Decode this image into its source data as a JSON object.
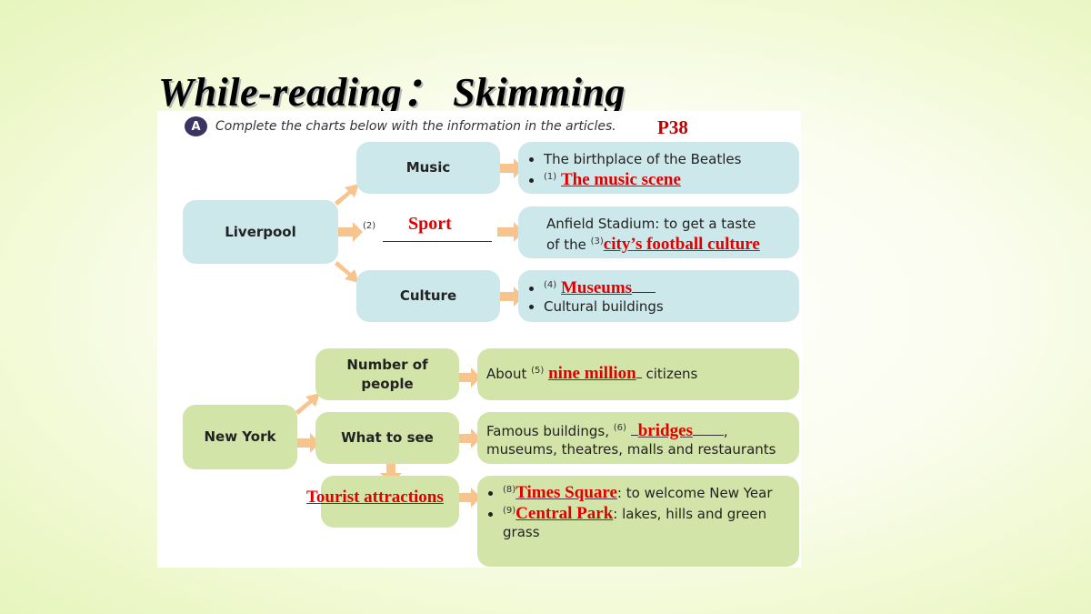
{
  "title": "While-reading： Skimming",
  "worksheet": {
    "badge": "A",
    "instruction": "Complete the charts below with the information in the articles.",
    "page_ref": "P38"
  },
  "liverpool": {
    "label": "Liverpool",
    "music": {
      "label": "Music",
      "bullet1": "The birthplace of the Beatles",
      "num1": "(1)",
      "answer1": "The music scene"
    },
    "sport": {
      "num": "(2)",
      "answer": "Sport",
      "detail_line1": "Anfield Stadium: to get a taste",
      "detail_prefix": "of the",
      "num3": "(3)",
      "answer3": "city’s football culture"
    },
    "culture": {
      "label": "Culture",
      "num4": "(4)",
      "answer4": "Museums",
      "bullet2": "Cultural buildings"
    }
  },
  "new_york": {
    "label": "New York",
    "population": {
      "label": "Number of people",
      "detail_prefix": "About",
      "num5": "(5)",
      "answer5": "nine million",
      "detail_suffix": "citizens"
    },
    "what_to_see": {
      "label": "What to see",
      "detail_prefix": "Famous buildings,",
      "num6": "(6)",
      "answer6": "bridges",
      "detail_comma": ",",
      "detail_line2": "museums, theatres, malls and restaurants"
    },
    "attractions": {
      "answer7": "Tourist attractions",
      "num8": "(8)",
      "answer8": "Times Square",
      "bullet1_suffix": ": to welcome New Year",
      "num9": "(9)",
      "answer9": "Central Park",
      "bullet2_suffix": ": lakes, hills and green grass"
    }
  },
  "colors": {
    "blue_box": "#cde8ea",
    "green_box": "#d3e4a8",
    "arrow": "#f7c48e",
    "answer_red": "#e00000"
  }
}
